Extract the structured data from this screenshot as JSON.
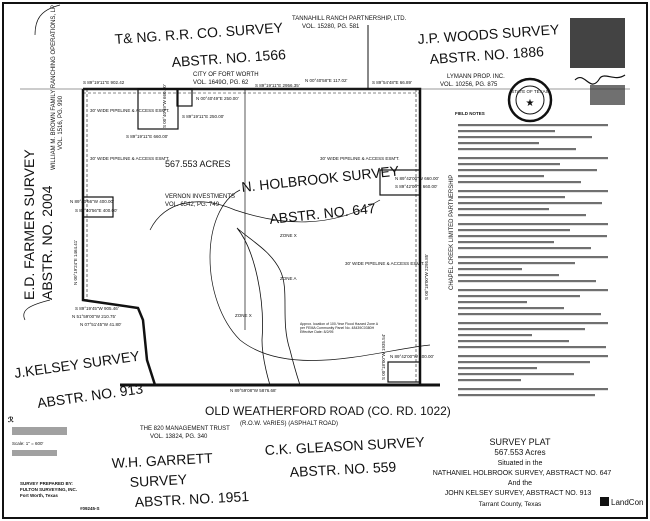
{
  "surveys": {
    "tng": [
      "T& NG. R.R. CO. SURVEY",
      "ABSTR. NO. 1566"
    ],
    "woods": [
      "J.P. WOODS SURVEY",
      "ABSTR. NO. 1886"
    ],
    "farmer": [
      "E.D. FARMER SURVEY",
      "ABSTR. NO. 2004"
    ],
    "holbrook": [
      "N. HOLBROOK SURVEY",
      "ABSTR. NO. 647"
    ],
    "kelsey": [
      "J.KELSEY SURVEY",
      "ABSTR. NO. 913"
    ],
    "garrett": [
      "W.H. GARRETT",
      "SURVEY",
      "ABSTR. NO. 1951"
    ],
    "gleason": [
      "C.K. GLEASON SURVEY",
      "ABSTR. NO. 559"
    ]
  },
  "owners": {
    "tannahill": [
      "TANNAHILL RANCH PARTNERSHIP, LTD.",
      "VOL. 15280, PG. 581"
    ],
    "fortworth": [
      "CITY OF FORT WORTH",
      "VOL. 1649O, PG. 62"
    ],
    "lymann": [
      "LYMANN PROP. INC.",
      "VOL. 10256, PG. 875"
    ],
    "brown": [
      "WILLIAM M. BROWN FAMILY RANCHING OPERATIONS, LP",
      "VOL. 1516, PG. 990"
    ],
    "vernon": [
      "VERNON INVESTMENTS",
      "VOL. 6542, PG. 749"
    ],
    "chapel": [
      "CHAPEL CREEK LIMITED PARTNERSHIP"
    ],
    "trust": [
      "THE 820 MANAGEMENT TRUST",
      "VOL. 13824, PG. 340"
    ]
  },
  "acreage_label": "567.553 ACRES",
  "road": [
    "OLD WEATHERFORD ROAD (CO. RD. 1022)",
    "(R.O.W. VARIES) (ASPHALT ROAD)"
  ],
  "bearings": {
    "b1": "S 89°19'11\"E 902.42",
    "b2": "S 89°19'11\"E 2956.35'",
    "b3": "N 00°40'58\"E 117.02'",
    "b4": "S 89°54'48\"E 66.89'",
    "b5": "N 00°40'49\"E 250.00'",
    "b6": "S 89°19'11\"E 250.00'",
    "b7": "S 89°19'11\"E 660.00'",
    "b8": "S 00°40'49\"W 660.00'",
    "b9": "N 89°40'56\"W 400.00'",
    "b10": "S 89°40'56\"E 400.00'",
    "b11": "N 00°19'24\"E 1464.41'",
    "b12": "N 89°42'00\"W 660.00'",
    "b13": "S 89°42'00\"E 660.00'",
    "b14": "S 00°18'00\"W 2295.85'",
    "b15": "S 89°19'45\"W 905.46'",
    "b16": "N 51°59'00\"W 210.75'",
    "b17": "N 07°51'45\"W 41.80'",
    "b18": "N 89°59'08\"W 5876.68'",
    "b19": "N 89°42'00\"W 400.00'",
    "b20": "S 00°18'00\"W 1935.54'"
  },
  "easement_label": "30' WIDE PIPELINE & ACCESS ESM'T.",
  "zones": [
    "ZONE X",
    "ZONE A",
    "ZONE X"
  ],
  "flood_note": "Approx. location of 100-Year Flood Hazard Zone A per FEMA Community Panel No. 48439C0380H Effective Date: 8/2/95",
  "field_notes_title": "FIELD NOTES",
  "plat": {
    "title": "SURVEY PLAT",
    "acres": "567.553 Acres",
    "l1": "Situated in the",
    "l2": "NATHANIEL HOLBROOK SURVEY, ABSTRACT NO. 647",
    "l3": "And the",
    "l4": "JOHN KELSEY SURVEY, ABSTRACT NO. 913",
    "l5": "Tarrant County, Texas"
  },
  "preparer": [
    "SURVEY PREPARED BY:",
    "FULTON SURVEYING, INC.",
    "Fort Worth, Texas",
    "#09245-S"
  ],
  "scale": "Scale: 1\" = 600'",
  "seal_text": "STATE OF TEXAS",
  "logo": "LandCon",
  "colors": {
    "ink": "#111111",
    "paper": "#ffffff"
  }
}
